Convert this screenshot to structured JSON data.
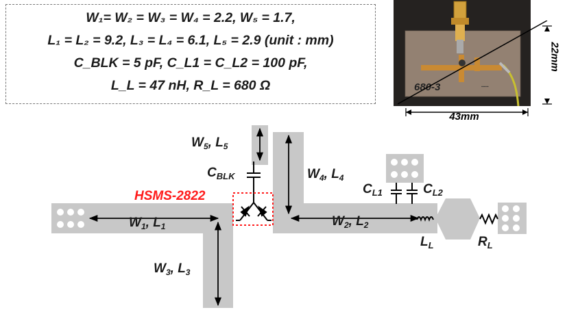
{
  "params": {
    "line1": "W₁= W₂ = W₃ = W₄ = 2.2, W₅ = 1.7,",
    "line2": "L₁ = L₂ = 9.2,  L₃ = L₄ = 6.1, L₅ = 2.9 (unit : mm)",
    "line3": "C_BLK = 5 pF, C_L1 = C_L2 = 100 pF,",
    "line4": "L_L = 47 nH, R_L = 680 Ω"
  },
  "photo": {
    "board_marking": "680-3",
    "width_label": "43mm",
    "height_label": "22mm"
  },
  "circuit": {
    "diode_label": "HSMS-2822",
    "w1l1": {
      "w": "W",
      "ws": "1",
      "l": "L",
      "ls": "1"
    },
    "w2l2": {
      "w": "W",
      "ws": "2",
      "l": "L",
      "ls": "2"
    },
    "w3l3": {
      "w": "W",
      "ws": "3",
      "l": "L",
      "ls": "3"
    },
    "w4l4": {
      "w": "W",
      "ws": "4",
      "l": "L",
      "ls": "4"
    },
    "w5l5": {
      "w": "W",
      "ws": "5",
      "l": "L",
      "ls": "5"
    },
    "cblk": {
      "main": "C",
      "sub": "BLK"
    },
    "cl1": {
      "main": "C",
      "sub": "L1"
    },
    "cl2": {
      "main": "C",
      "sub": "L2"
    },
    "ll": {
      "main": "L",
      "sub": "L"
    },
    "rl": {
      "main": "R",
      "sub": "L"
    }
  },
  "colors": {
    "trace": "#c8c8c8",
    "text": "#1a1a1a",
    "highlight": "#ff1a1a"
  }
}
